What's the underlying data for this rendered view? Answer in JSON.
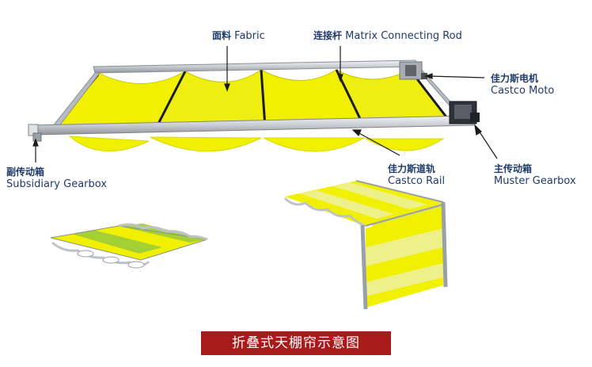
{
  "labels": {
    "fabric": {
      "cn": "面料",
      "en": "Fabric"
    },
    "rod": {
      "cn": "连接杆",
      "en": "Matrix Connecting Rod"
    },
    "motor": {
      "cn": "佳力斯电机",
      "en": "Castco Moto"
    },
    "main_gearbox": {
      "cn": "主传动箱",
      "en": "Muster Gearbox"
    },
    "rail": {
      "cn": "佳力斯道轨",
      "en": "Castco Rail"
    },
    "sub_gearbox": {
      "cn": "副传动箱",
      "en": "Subsidiary Gearbox"
    }
  },
  "caption": "折叠式天棚帘示意图",
  "colors": {
    "fabric_yellow": "#f0f000",
    "fabric_pale": "#eef08a",
    "fabric_green": "#9ccc3a",
    "frame": "#c8cbd0",
    "label_text": "#1f3a6b",
    "caption_bg": "#a81b1b"
  }
}
